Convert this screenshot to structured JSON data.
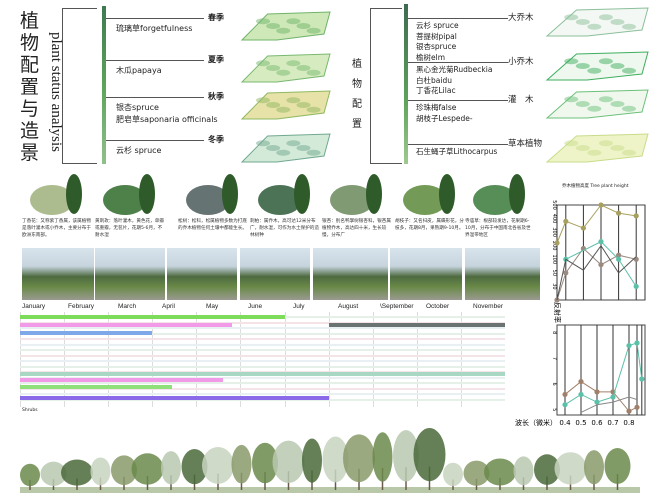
{
  "title": {
    "chars": [
      "植",
      "物",
      "配",
      "置",
      "与",
      "造",
      "景"
    ],
    "english": "plant status analysis"
  },
  "seasons": [
    {
      "label": "春季",
      "plants": [
        "琉璃草forgetfulness"
      ]
    },
    {
      "label": "夏季",
      "plants": [
        "木瓜papaya"
      ]
    },
    {
      "label": "秋季",
      "plants": [
        "银杏spruce",
        "肥皂草saponaria officinals"
      ]
    },
    {
      "label": "冬季",
      "plants": [
        "云杉 spruce"
      ]
    }
  ],
  "config": {
    "chars": [
      "植",
      "物",
      "配",
      "置"
    ],
    "groups": [
      {
        "label": "大乔木",
        "plants": [
          "云杉 spruce",
          "菩提树pipal",
          "银杏spruce",
          "榆树elm"
        ]
      },
      {
        "label": "小乔木",
        "plants": [
          "黑心金光菊Rudbeckia",
          "白杜baidu",
          "丁香花Lilac"
        ]
      },
      {
        "label": "灌　木",
        "plants": [
          "珍珠梅false",
          "胡枝子Lespede-"
        ]
      },
      {
        "label": "草本植物",
        "plants": [
          "石生蝇子草Lithocarpus"
        ]
      }
    ]
  },
  "plant_captions": [
    "丁香花：又称紫丁香属，该属植物是落叶灌木或小乔木，主要分布于欧洲东南部。",
    "黄刺玫：落叶灌木，黄色花，单瓣或重瓣，无苞片，花期5-6月，不耐水湿",
    "松树：松科，松属植物多数为打底的乔木植物任何土壤中都能生长。",
    "刺柏：属乔木，高可达12米分布广，耐水湿，可作为水土保护的造林树种",
    "银杏：别名鸭掌树银杏科，银杏属植物乔木，高达四十米，生长较慢，分布广",
    "胡枝子：又名扫皮，属蝶形花，分枝多，花期8月，果熟期9-10月。",
    "寺庙草：根部较发达，花果期6-10月，分布于中国南北各省及世界温带地区"
  ],
  "months": [
    "January",
    "February",
    "March",
    "April",
    "May",
    "June",
    "July",
    "August",
    "\\September",
    "October",
    "November"
  ],
  "gantt": {
    "footer": "Shrubs",
    "bars": [
      {
        "start": 0,
        "end": 6,
        "color": "#7ddc5a"
      },
      {
        "start": 0,
        "end": 4.8,
        "color": "#f09ae8"
      },
      {
        "start": 0,
        "end": 3,
        "color": "#7fa8e8"
      },
      {
        "start": 7,
        "end": 11,
        "color": "#6b7372"
      },
      {
        "start": 0,
        "end": 11,
        "color": "#a8d8c4"
      },
      {
        "start": 0,
        "end": 4.6,
        "color": "#f09ae8"
      },
      {
        "start": 0,
        "end": 3.45,
        "color": "#8fe07a"
      },
      {
        "start": 0,
        "end": 7,
        "color": "#8a6ae8"
      }
    ]
  },
  "chart_data": [
    {
      "type": "line",
      "title": "乔木植物高度 Tree plant height",
      "yticks": [
        30,
        50,
        100,
        200,
        300,
        400,
        500
      ],
      "x": [
        0.35,
        0.4,
        0.5,
        0.6,
        0.7,
        0.8,
        0.85
      ],
      "xlim": [
        0.35,
        0.85
      ],
      "grid": true,
      "series": [
        {
          "color": "#a8a060",
          "values": [
            220,
            380,
            330,
            500,
            440,
            420,
            null
          ]
        },
        {
          "color": "#9a8a80",
          "values": [
            0,
            50,
            180,
            80,
            130,
            100,
            null
          ]
        },
        {
          "color": "#5cc0a8",
          "values": [
            null,
            100,
            null,
            230,
            100,
            30,
            null
          ]
        },
        {
          "color": "#555555",
          "values": [
            0,
            100,
            60,
            200,
            50,
            120,
            null
          ],
          "markers": false
        }
      ]
    },
    {
      "type": "line",
      "ylabel": "反射率",
      "xlabel": "波长（微米）",
      "yticks": [
        5,
        6,
        7,
        8
      ],
      "ylim": [
        4.8,
        8.3
      ],
      "xticks": [
        0.4,
        0.5,
        0.6,
        0.7,
        0.8
      ],
      "x": [
        0.4,
        0.5,
        0.6,
        0.7,
        0.8,
        0.85,
        0.88
      ],
      "xlim": [
        0.35,
        0.9
      ],
      "grid": true,
      "series": [
        {
          "color": "#a0806a",
          "values": [
            5.6,
            6.1,
            5.7,
            5.7,
            4.95,
            5.1,
            null
          ]
        },
        {
          "color": "#5cc0a8",
          "values": [
            5.2,
            5.6,
            5.3,
            5.5,
            7.5,
            7.6,
            6.2
          ]
        },
        {
          "color": "#888888",
          "values": [
            null,
            4.9,
            5.2,
            5.3,
            5.5,
            5.4,
            null
          ],
          "markers": false
        }
      ]
    }
  ]
}
